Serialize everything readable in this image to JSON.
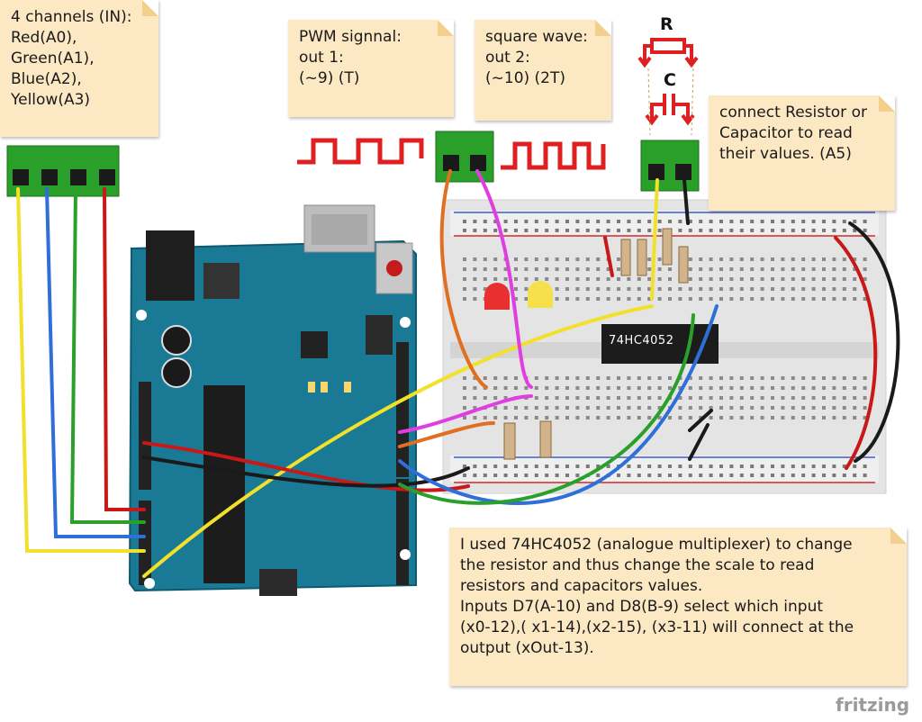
{
  "notes": {
    "channels": "4 channels (IN):\nRed(A0),\nGreen(A1),\nBlue(A2),\nYellow(A3)",
    "pwm": "PWM signnal:\nout 1:\n(~9) (T)",
    "square": "square wave:\nout 2:\n(~10) (2T)",
    "connect": "connect Resistor or\nCapacitor to read\ntheir values. (A5)",
    "mux": "I used 74HC4052 (analogue multiplexer) to change\nthe resistor and thus change the scale to read\nresistors and capacitors values.\nInputs D7(A-10) and D8(B-9) select which input\n(x0-12),( x1-14),(x2-15), (x3-11) will connect at the\noutput (xOut-13)."
  },
  "symbols": {
    "resistor": "R",
    "capacitor": "C"
  },
  "chip": "74HC4052",
  "brand": "fritzing",
  "colors": {
    "note_fill": "#fde8c4",
    "arduino": "#1a7a96",
    "terminal": "#2a9d2a",
    "signal": "#e02020",
    "breadboard": "#e6e6e6"
  }
}
